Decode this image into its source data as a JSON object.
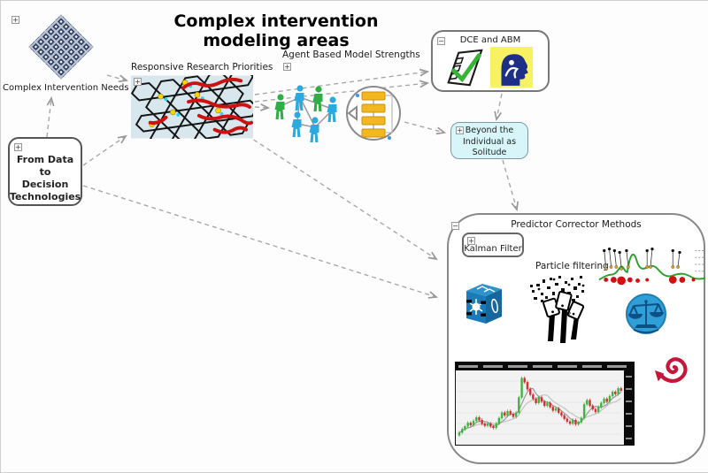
{
  "title": "Complex intervention modeling areas",
  "colors": {
    "edge_gray": "#a8a8a8",
    "beyond_fill": "#d8f6f9",
    "flowchart_yellow": "#f3b81f",
    "agent_green": "#2fae46",
    "agent_blue": "#29abe2",
    "check_green": "#35b535",
    "head_navy": "#1d2f86",
    "head_bg_yellow": "#f8f263",
    "cube_blue": "#1b7ab8",
    "scales_blue": "#2f9fd8",
    "spiral_red": "#c5173a",
    "candle_up": "#3db53d",
    "candle_down": "#d03030"
  },
  "nodes": {
    "complex_needs": {
      "label": "Complex Intervention Needs",
      "toggle": "+"
    },
    "from_data": {
      "line1": "From Data to",
      "line2": "Decision",
      "line3": "Technologies",
      "toggle": "+"
    },
    "responsive": {
      "label": "Responsive Research Priorities",
      "toggle": "+"
    },
    "agent": {
      "label": "Agent Based Model Strengths",
      "toggle": "+"
    },
    "dce": {
      "label": "DCE and ABM",
      "toggle": "−"
    },
    "beyond": {
      "line1": "Beyond the",
      "line2": "Individual as",
      "line3": "Solitude",
      "toggle": "+"
    },
    "predictor": {
      "label": "Predictor Corrector Methods",
      "toggle": "−"
    },
    "kalman": {
      "label": "Kalman Filter",
      "toggle": "+"
    },
    "particle_filtering": {
      "label": "Particle filtering"
    }
  },
  "stock_chart": {
    "closes": [
      15,
      20,
      24,
      29,
      26,
      32,
      37,
      33,
      28,
      25,
      28,
      24,
      22,
      28,
      36,
      44,
      40,
      46,
      42,
      38,
      44,
      66,
      94,
      88,
      78,
      70,
      64,
      58,
      66,
      60,
      54,
      58,
      52,
      47,
      50,
      44,
      40,
      35,
      31,
      28,
      33,
      27,
      30,
      36,
      56,
      62,
      54,
      49,
      45,
      52,
      58,
      64,
      60,
      68,
      74,
      71,
      79,
      76
    ]
  }
}
